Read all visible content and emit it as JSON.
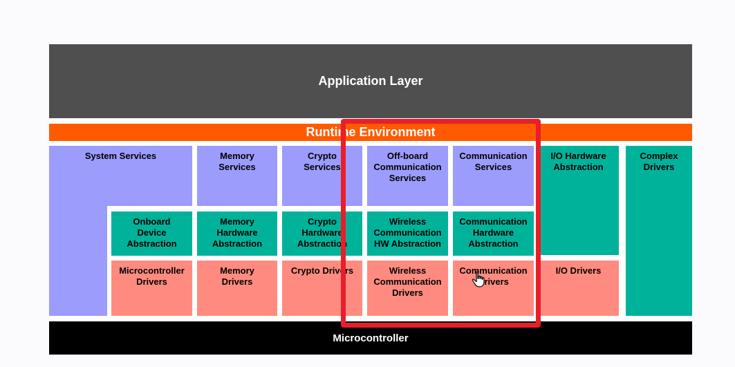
{
  "layers": {
    "application": "Application Layer",
    "runtime": "Runtime Environment",
    "microcontroller": "Microcontroller"
  },
  "services": {
    "system": "System Services",
    "memory": "Memory Services",
    "crypto": "Crypto Services",
    "offboard_comm": "Off-board Communication Services",
    "communication": "Communication Services",
    "io_hw_abstraction": "I/O Hardware Abstraction",
    "complex_drivers": "Complex Drivers"
  },
  "abstraction": {
    "onboard_device": "Onboard Device Abstraction",
    "memory_hw": "Memory Hardware Abstraction",
    "crypto_hw": "Crypto Hardware Abstraction",
    "wireless_comm_hw": "Wireless Communication HW Abstraction",
    "comm_hw": "Communication Hardware Abstraction"
  },
  "drivers": {
    "microcontroller": "Microcontroller Drivers",
    "memory": "Memory Drivers",
    "crypto": "Crypto Drivers",
    "wireless_comm": "Wireless Communication Drivers",
    "communication": "Communication Drivers",
    "io": "I/O Drivers"
  },
  "colors": {
    "application": "#4f4f4f",
    "runtime": "#ff5a00",
    "services": "#9b9cfc",
    "abstraction": "#00b29a",
    "drivers": "#ff8b80",
    "microcontroller": "#000000",
    "highlight": "#e81e2a"
  }
}
